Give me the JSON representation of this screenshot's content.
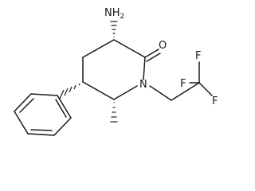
{
  "atoms": {
    "amine": {
      "text": "NH",
      "sub": "2"
    },
    "carbonyl_oxygen": "O",
    "ring_nitrogen": "N",
    "fluorine_top": "F",
    "fluorine_left": "F",
    "fluorine_right": "F"
  }
}
